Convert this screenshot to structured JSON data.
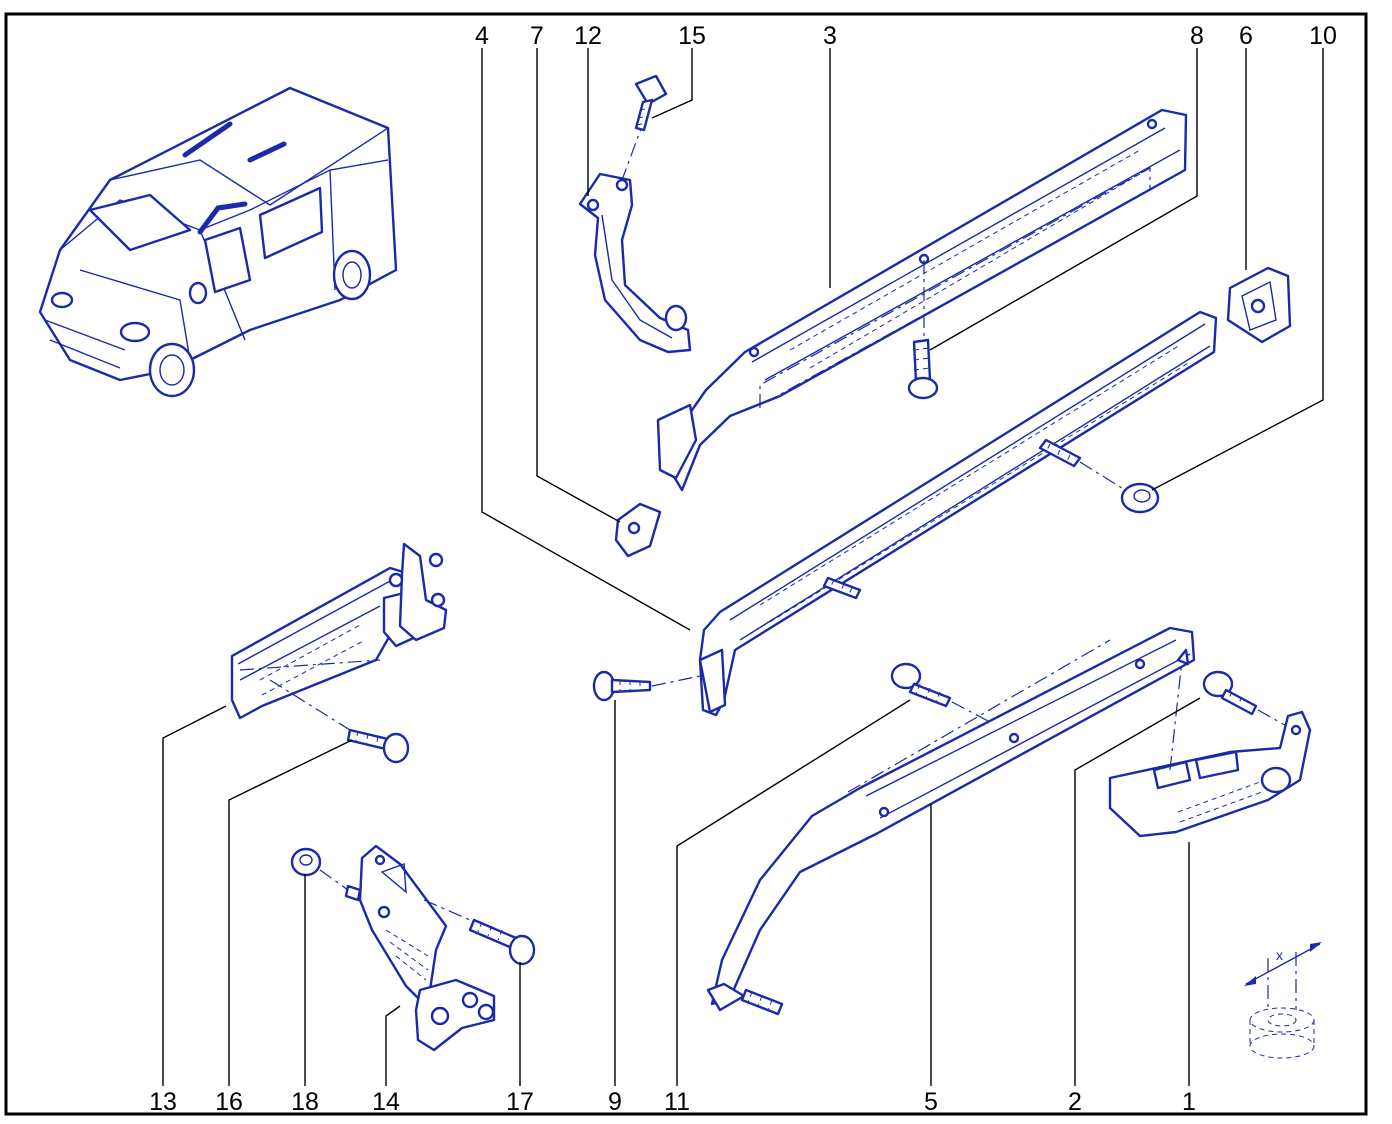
{
  "callouts": {
    "top": [
      "4",
      "7",
      "12",
      "15",
      "3",
      "8",
      "6",
      "10"
    ],
    "bottom": [
      "13",
      "16",
      "18",
      "14",
      "17",
      "9",
      "11",
      "5",
      "2",
      "1"
    ]
  },
  "detail": {
    "dimension_label": "x"
  },
  "colors": {
    "line_art": "#1a2aa8",
    "frame": "#000000",
    "background": "#ffffff"
  }
}
